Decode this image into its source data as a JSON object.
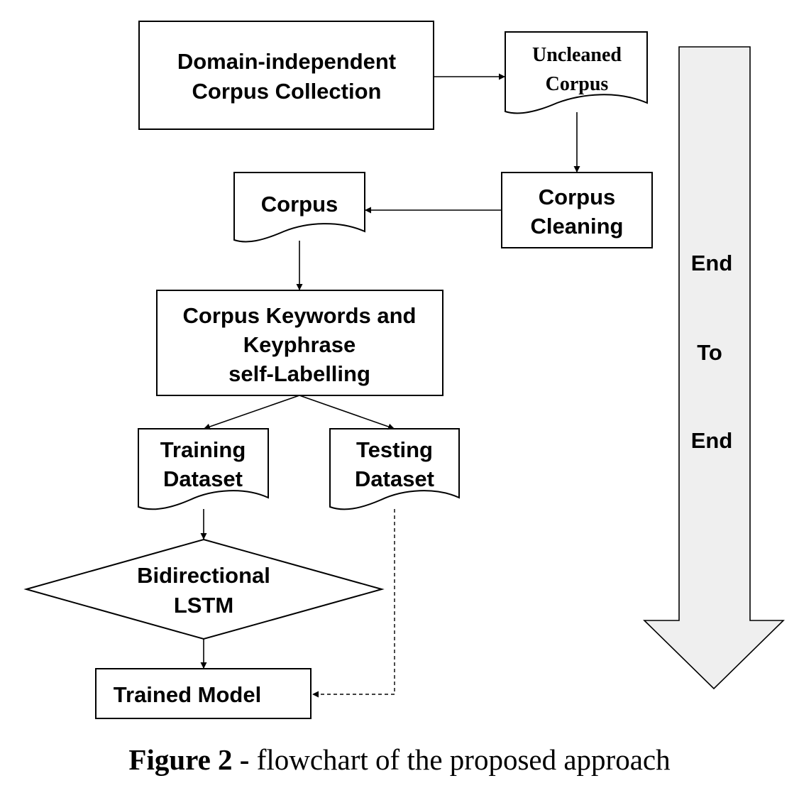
{
  "nodes": {
    "corpus_collection": [
      "Domain-independent",
      "Corpus Collection"
    ],
    "uncleaned_corpus": [
      "Uncleaned",
      "Corpus"
    ],
    "corpus_cleaning": [
      "Corpus",
      "Cleaning"
    ],
    "corpus": [
      "Corpus"
    ],
    "self_labelling": [
      "Corpus Keywords and",
      "Keyphrase",
      "self-Labelling"
    ],
    "training_dataset": [
      "Training",
      "Dataset"
    ],
    "testing_dataset": [
      "Testing",
      "Dataset"
    ],
    "bilstm": [
      "Bidirectional",
      "LSTM"
    ],
    "trained_model": [
      "Trained Model"
    ]
  },
  "side_arrow": [
    "End",
    "To",
    "End"
  ],
  "caption": {
    "label": "Figure 2 -",
    "text": " flowchart of the proposed approach"
  }
}
